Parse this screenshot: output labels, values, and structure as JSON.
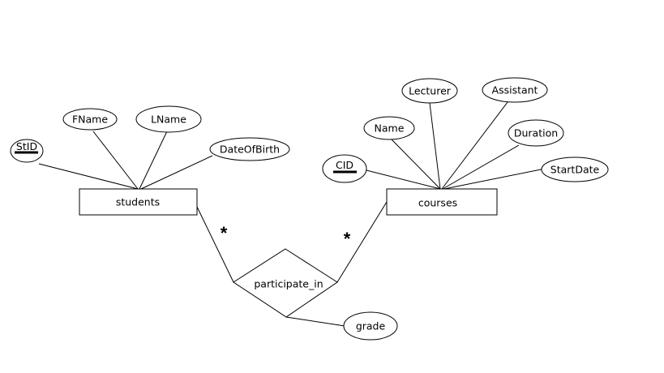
{
  "entities": {
    "students": "students",
    "courses": "courses"
  },
  "relationship": "participate_in",
  "attributes": {
    "stid": "StID",
    "fname": "FName",
    "lname": "LName",
    "dob": "DateOfBirth",
    "cid": "CID",
    "name": "Name",
    "lecturer": "Lecturer",
    "assistant": "Assistant",
    "duration": "Duration",
    "startdate": "StartDate",
    "grade": "grade"
  },
  "cardinality": {
    "students_side": "*",
    "courses_side": "*"
  }
}
